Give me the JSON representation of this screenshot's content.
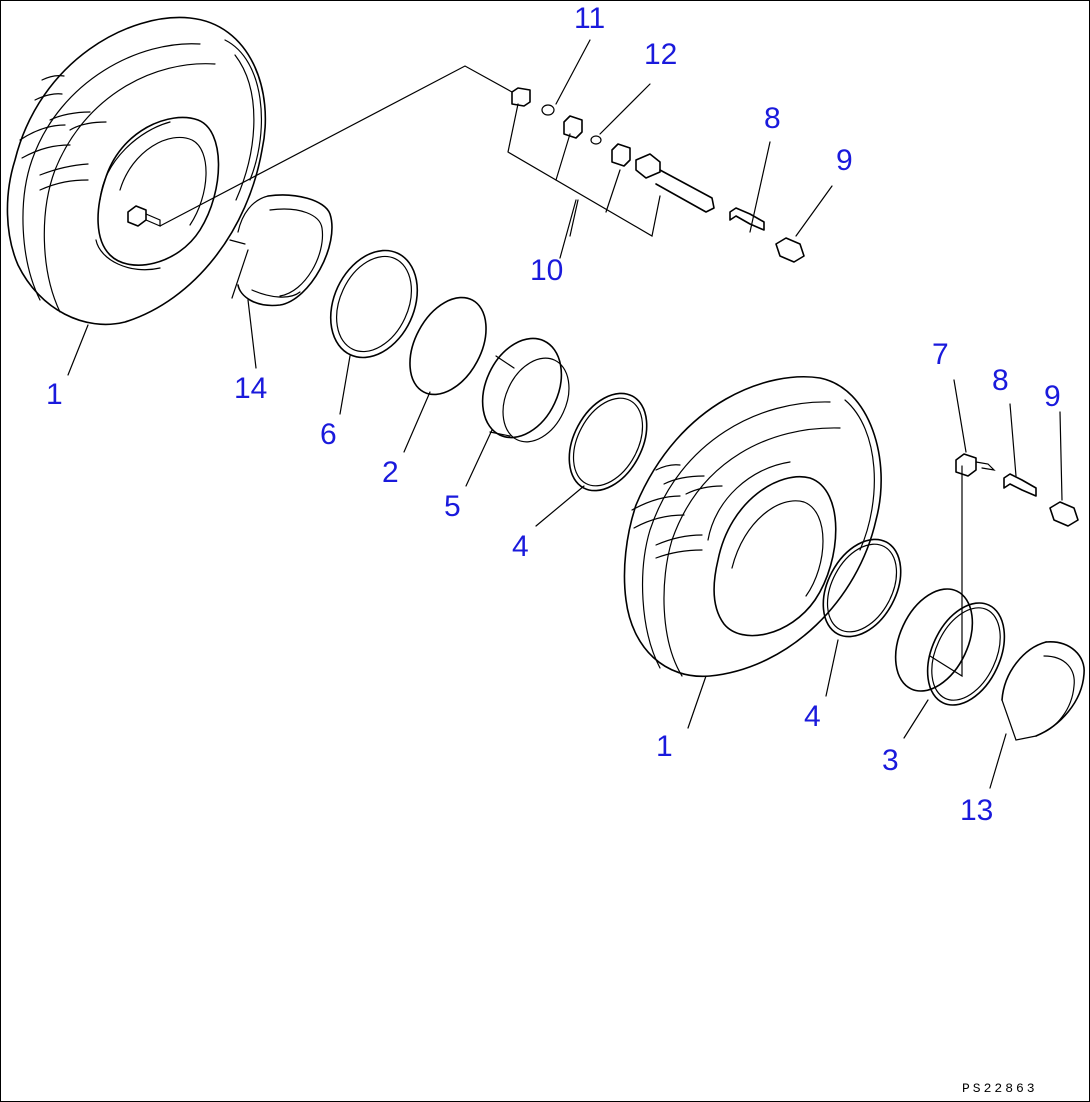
{
  "drawing": {
    "code": "PS22863",
    "callouts": {
      "c1a": "1",
      "c1b": "1",
      "c2": "2",
      "c3": "3",
      "c4a": "4",
      "c4b": "4",
      "c5": "5",
      "c6": "6",
      "c7": "7",
      "c8a": "8",
      "c8b": "8",
      "c9a": "9",
      "c9b": "9",
      "c10": "10",
      "c11": "11",
      "c12": "12",
      "c13": "13",
      "c14": "14"
    }
  },
  "colors": {
    "callout": "#1a1adc",
    "line": "#000000",
    "background": "#ffffff"
  }
}
